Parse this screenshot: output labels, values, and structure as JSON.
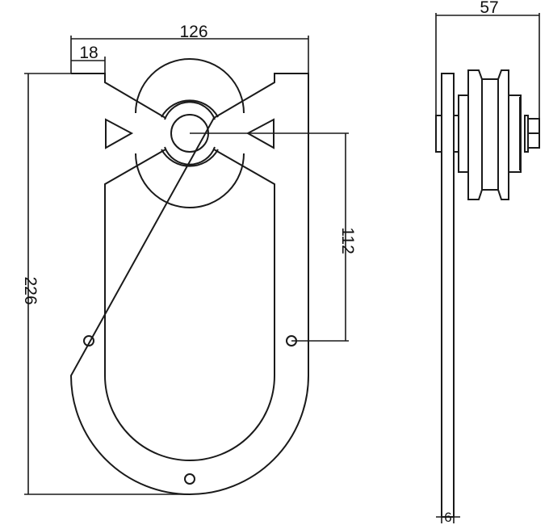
{
  "front_view": {
    "dims": {
      "width": "126",
      "tab": "18",
      "height": "226",
      "hole_spacing": "112"
    }
  },
  "side_view": {
    "dims": {
      "depth": "57",
      "thickness": "6"
    }
  },
  "colors": {
    "line": "#1a1a1a",
    "background": "#ffffff"
  }
}
